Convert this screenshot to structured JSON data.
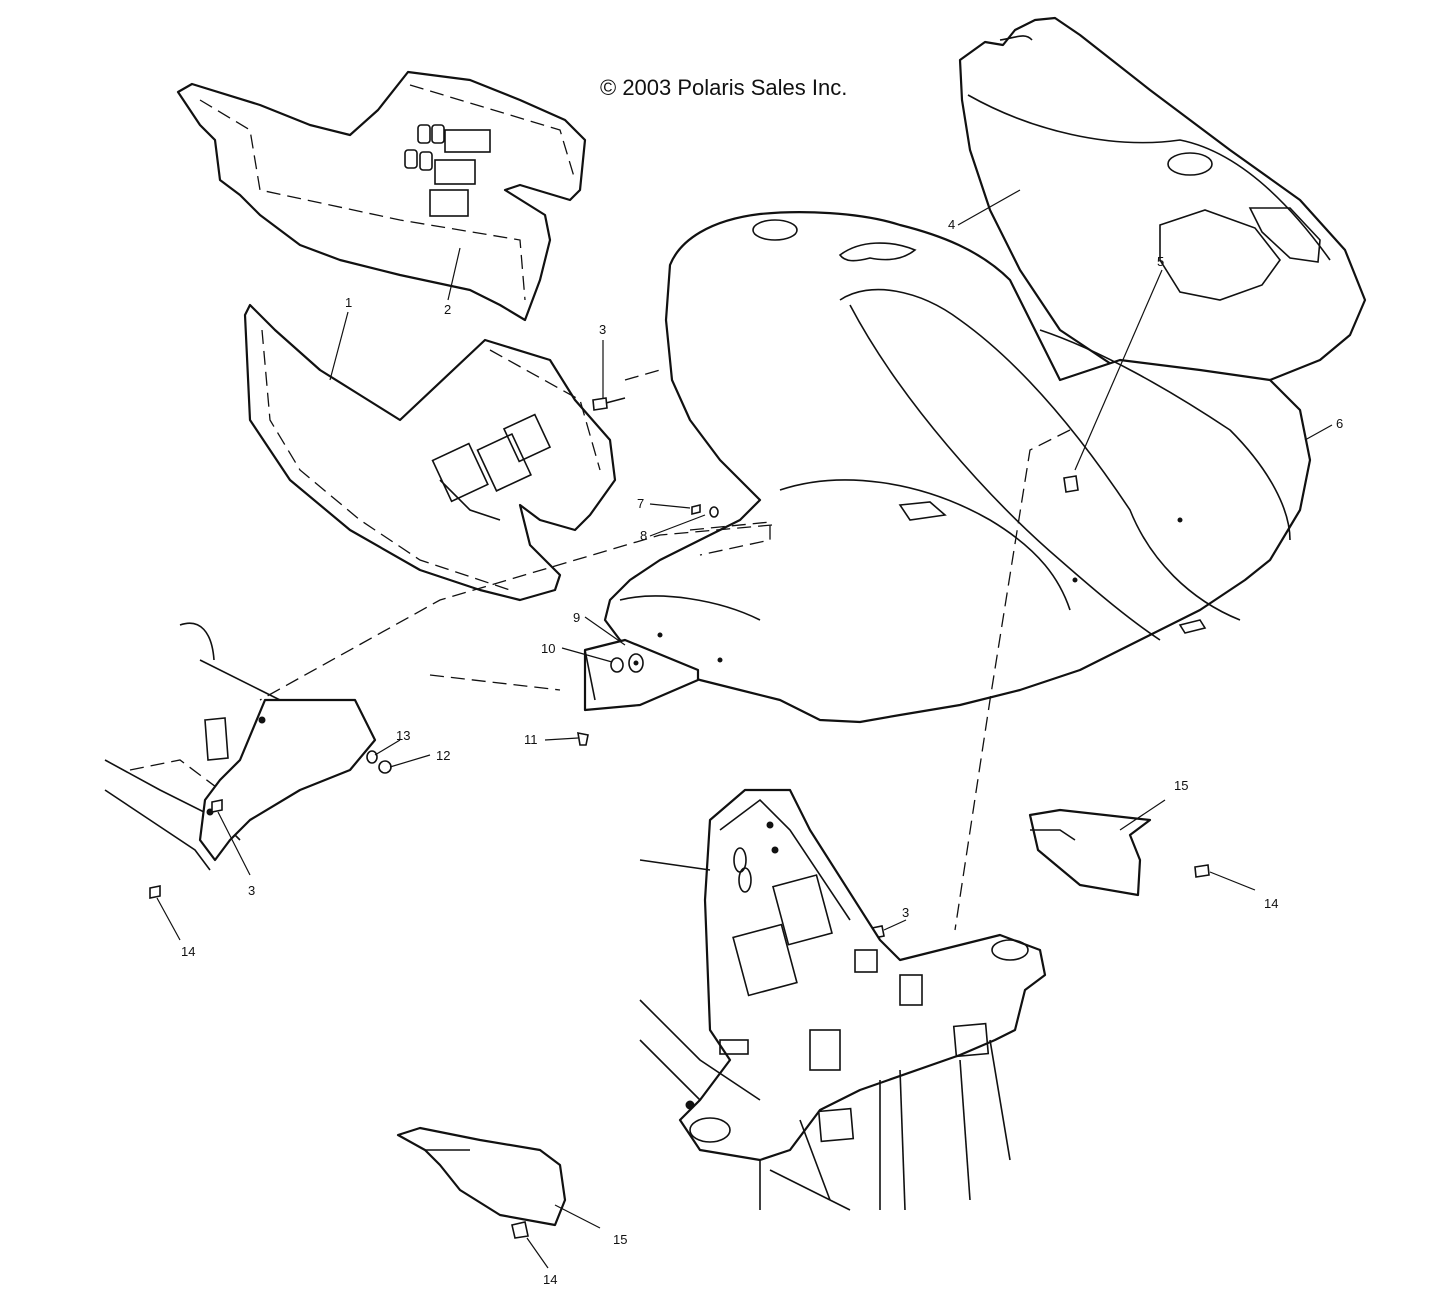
{
  "copyright": "© 2003 Polaris Sales Inc.",
  "callouts": {
    "c1": "1",
    "c2": "2",
    "c3a": "3",
    "c3b": "3",
    "c3c": "3",
    "c4": "4",
    "c5": "5",
    "c6": "6",
    "c7": "7",
    "c8": "8",
    "c9": "9",
    "c10": "10",
    "c11": "11",
    "c12": "12",
    "c13": "13",
    "c14a": "14",
    "c14b": "14",
    "c14c": "14",
    "c15a": "15",
    "c15b": "15"
  }
}
